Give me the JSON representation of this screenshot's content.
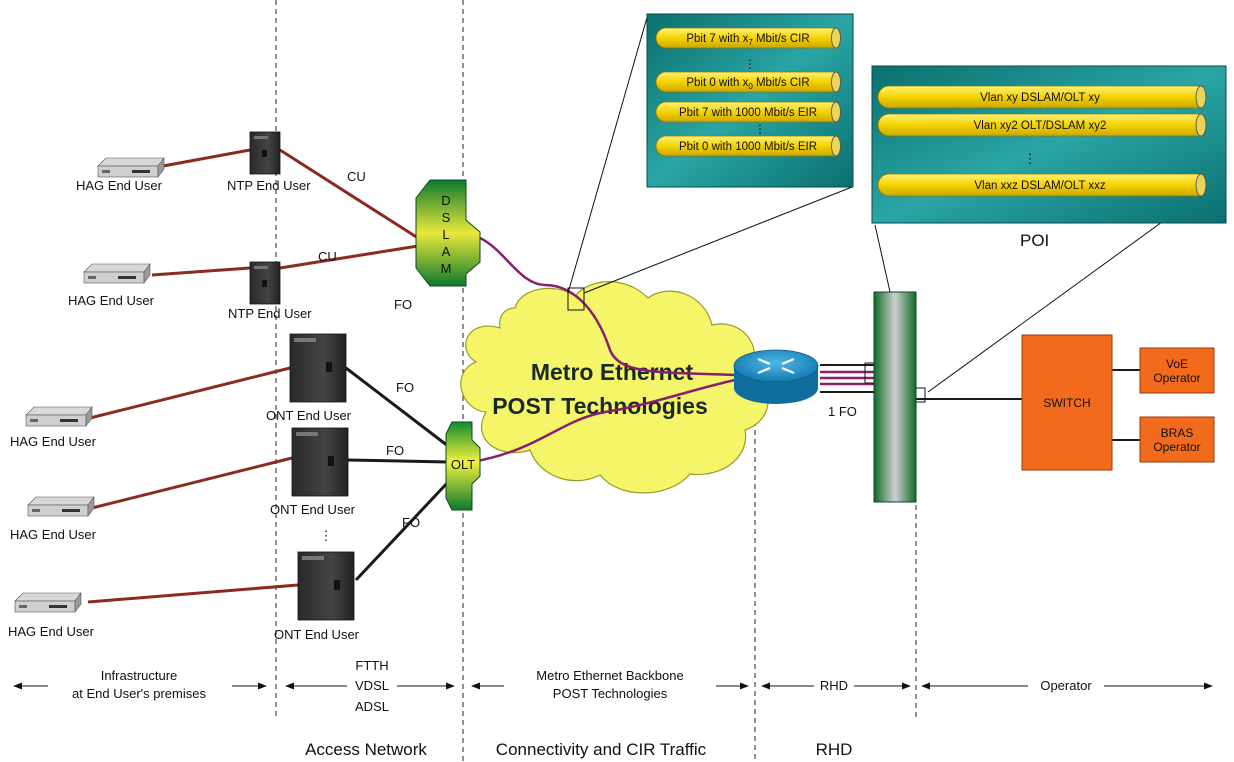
{
  "colors": {
    "copper": "#8B2A1E",
    "fiber": "#1a1a1a",
    "vlan_path": "#8B1E6E",
    "teal_panel": "#1E8C8C",
    "pipe_yellow": "#F5D800",
    "switch_orange": "#F26A1B",
    "cloud_yellow": "#F5F56A",
    "green_dark": "#0E7A2E",
    "router_blue": "#1C8AC0"
  },
  "end_users": {
    "hag_label": "HAG End User",
    "ntp_label": "NTP End User",
    "ont_label": "ONT End User"
  },
  "media": {
    "cu": "CU",
    "fo": "FO",
    "one_fo": "1 FO"
  },
  "dslam": {
    "letters": [
      "D",
      "S",
      "L",
      "A",
      "M"
    ]
  },
  "olt": {
    "label": "OLT"
  },
  "cloud": {
    "line1": "Metro Ethernet",
    "line2": "POST Technologies"
  },
  "cir_panel": {
    "pipes": [
      {
        "pre": "Pbit 7 with x",
        "sub": "7",
        "post": " Mbit/s CIR"
      },
      {
        "pre": "Pbit 0 with x",
        "sub": "0",
        "post": " Mbit/s CIR"
      },
      {
        "pre": "Pbit 7 with 1000 Mbit/s EIR",
        "sub": "",
        "post": ""
      },
      {
        "pre": "Pbit 0 with 1000 Mbit/s EIR",
        "sub": "",
        "post": ""
      }
    ]
  },
  "poi_panel": {
    "label": "POI",
    "pipes": [
      "Vlan xy DSLAM/OLT xy",
      "Vlan xy2 OLT/DSLAM xy2",
      "Vlan xxz DSLAM/OLT xxz"
    ]
  },
  "switch": {
    "label": "SWITCH"
  },
  "operators": {
    "voe": [
      "VoE",
      "Operator"
    ],
    "bras": [
      "BRAS",
      "Operator"
    ]
  },
  "zones": {
    "infra": [
      "Infrastructure",
      "at End User's premises"
    ],
    "access": [
      "FTTH",
      "VDSL",
      "ADSL"
    ],
    "metro": [
      "Metro Ethernet Backbone",
      "POST Technologies"
    ],
    "rhd": "RHD",
    "operator": "Operator"
  },
  "bottom_labels": {
    "access": "Access Network",
    "connectivity": "Connectivity and CIR Traffic",
    "rhd": "RHD"
  }
}
